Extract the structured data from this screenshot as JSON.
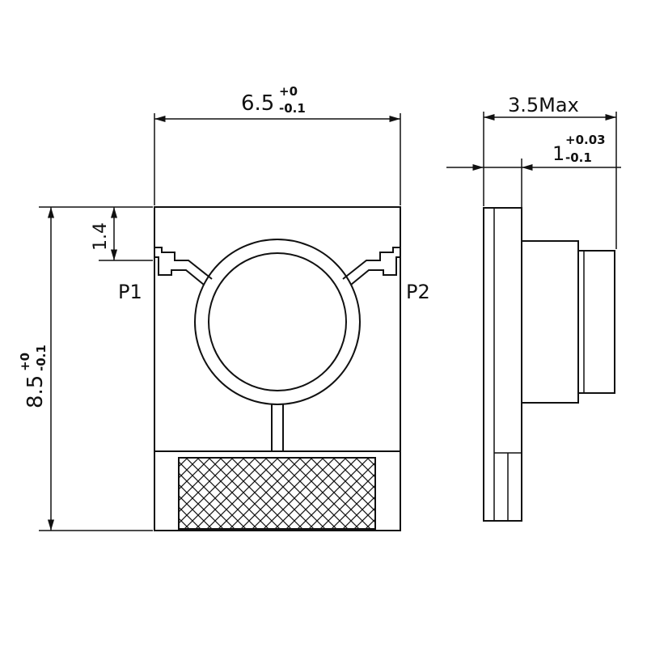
{
  "width_dim": {
    "value": "6.5",
    "tol_upper": "+0",
    "tol_lower": "-0.1"
  },
  "height_dim": {
    "value": "8.5",
    "tol_upper": "+0",
    "tol_lower": "-0.1"
  },
  "offset_dim": {
    "value": "1.4"
  },
  "pad_labels": {
    "left": "P1",
    "right": "P2"
  },
  "side_view": {
    "max_thickness": "3.5Max",
    "board_thickness": {
      "value": "1",
      "tol_upper": "+0.03",
      "tol_lower": "-0.1"
    }
  },
  "colors": {
    "line": "#111111",
    "background": "#ffffff"
  }
}
